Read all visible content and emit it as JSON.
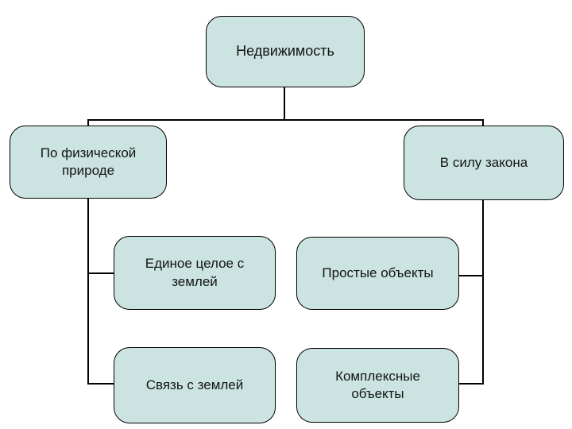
{
  "slide": {
    "colors": {
      "background": "#ffffff",
      "node_fill": "#cbe4e1",
      "node_border": "#000000",
      "connector": "#000000",
      "text": "#141414"
    },
    "root": {
      "label": "Недвижимость"
    },
    "branches": [
      {
        "label": "По физической\nприроде",
        "children": [
          {
            "label": "Единое целое с\nземлей"
          },
          {
            "label": "Связь с землей"
          }
        ]
      },
      {
        "label": "В силу закона",
        "children": [
          {
            "label": "Простые объекты"
          },
          {
            "label": "Комплексные\nобъекты"
          }
        ]
      }
    ]
  }
}
